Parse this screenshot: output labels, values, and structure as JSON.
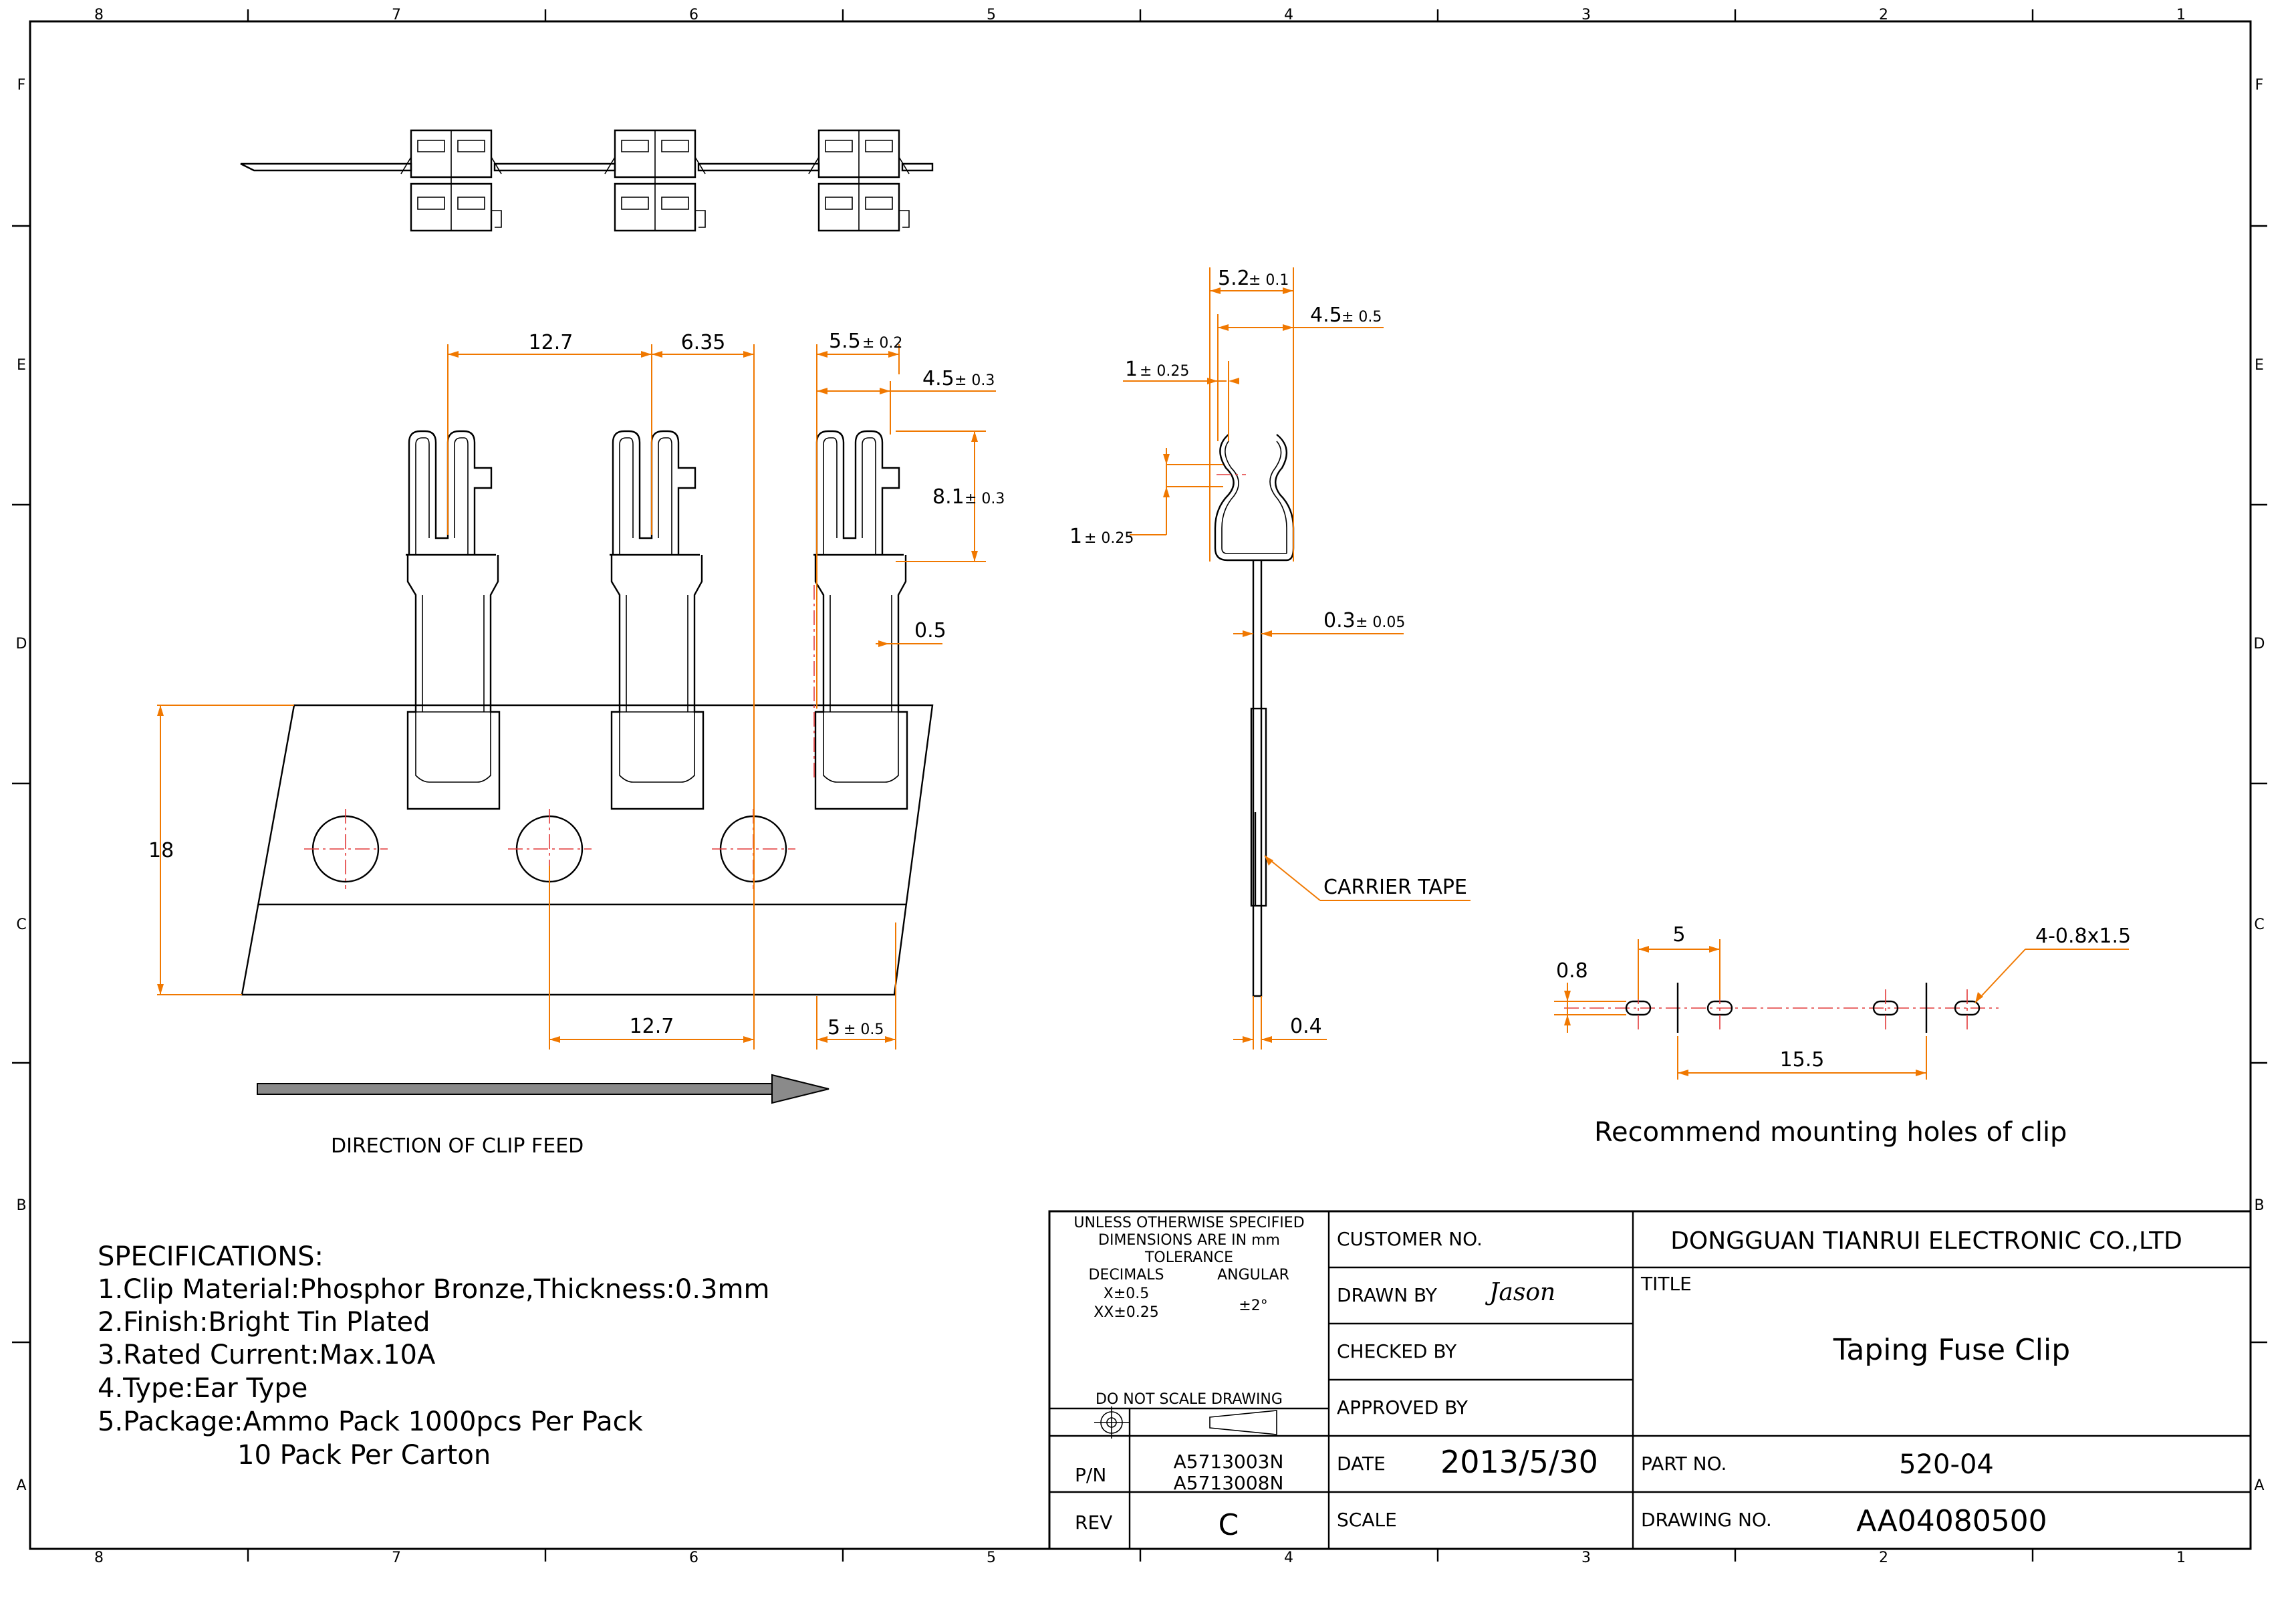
{
  "frame": {
    "cols": [
      "8",
      "7",
      "6",
      "5",
      "4",
      "3",
      "2",
      "1"
    ],
    "rows": [
      "F",
      "E",
      "D",
      "C",
      "B",
      "A"
    ]
  },
  "dimensions": {
    "pitch_a": "12.7",
    "half_pitch": "6.35",
    "clip_width": "5.5",
    "clip_width_tol": "± 0.2",
    "clip_inner": "4.5",
    "clip_inner_tol": "± 0.3",
    "clip_height": "8.1",
    "clip_height_tol": "± 0.3",
    "leg_width": "0.5",
    "tape_height": "18",
    "pitch_b": "12.7",
    "base_offset": "5",
    "base_offset_tol": "± 0.5",
    "side_top": "5.2",
    "side_top_tol": "± 0.1",
    "side_inner": "4.5",
    "side_inner_tol": "± 0.5",
    "bump_upper": "1",
    "bump_upper_tol": "± 0.25",
    "bump_lower": "1",
    "bump_lower_tol": "± 0.25",
    "thickness": "0.3",
    "thickness_tol": "± 0.05",
    "tape_thickness": "0.4",
    "hole_pitch": "5",
    "hole_size": "4-0.8x1.5",
    "hole_height": "0.8",
    "hole_span": "15.5"
  },
  "labels": {
    "carrier_tape": "CARRIER TAPE",
    "direction": "DIRECTION OF CLIP FEED",
    "mounting": "Recommend mounting holes of clip"
  },
  "specifications": {
    "heading": "SPECIFICATIONS:",
    "lines": [
      "1.Clip Material:Phosphor Bronze,Thickness:0.3mm",
      "2.Finish:Bright Tin Plated",
      "3.Rated Current:Max.10A",
      "4.Type:Ear Type",
      "5.Package:Ammo Pack 1000pcs Per Pack",
      "10 Pack Per Carton"
    ]
  },
  "title_block": {
    "tol_line1": "UNLESS OTHERWISE SPECIFIED",
    "tol_line2": "DIMENSIONS ARE IN mm",
    "tol_line3": "TOLERANCE",
    "decimals_label": "DECIMALS",
    "decimals_x": "X±0.5",
    "decimals_xx": "XX±0.25",
    "angular_label": "ANGULAR",
    "angular_value": "±2°",
    "do_not_scale": "DO NOT SCALE DRAWING",
    "pn_label": "P/N",
    "pn_1": "A5713003N",
    "pn_2": "A5713008N",
    "rev_label": "REV",
    "rev_value": "C",
    "customer_label": "CUSTOMER NO.",
    "drawn_label": "DRAWN BY",
    "drawn_value": "Jason",
    "checked_label": "CHECKED BY",
    "approved_label": "APPROVED BY",
    "date_label": "DATE",
    "date_value": "2013/5/30",
    "scale_label": "SCALE",
    "company": "DONGGUAN TIANRUI ELECTRONIC CO.,LTD",
    "title_label": "TITLE",
    "title_value": "Taping Fuse Clip",
    "part_label": "PART NO.",
    "part_value": "520-04",
    "drawing_label": "DRAWING NO.",
    "drawing_value": "AA04080500"
  }
}
